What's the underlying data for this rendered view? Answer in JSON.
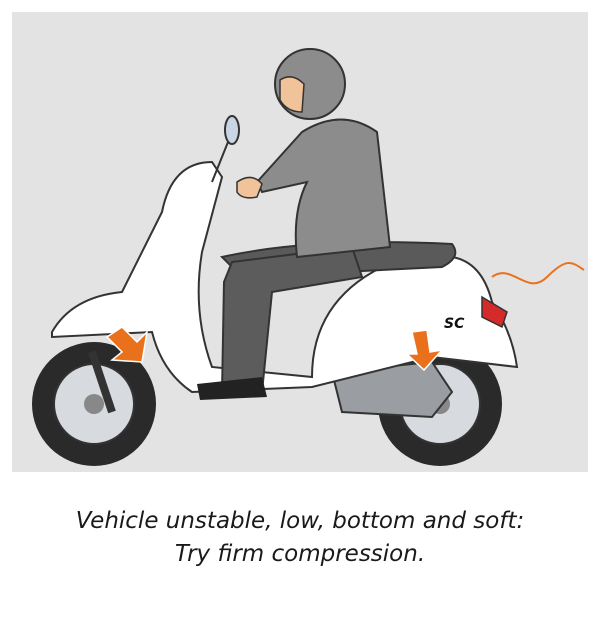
{
  "illustration": {
    "subject": "scooter-rider",
    "logo_text": "SC",
    "colors": {
      "background": "#e3e3e4",
      "arrow": "#e9711c",
      "taillight": "#d42a2a",
      "body": "#ffffff",
      "rider": "#8c8c8c"
    }
  },
  "caption": {
    "line1": "Vehicle unstable, low, bottom and soft:",
    "line2": "Try firm compression."
  }
}
